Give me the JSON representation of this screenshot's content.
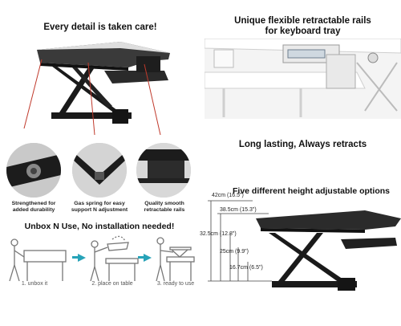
{
  "top_left": {
    "title": "Every detail is taken care!"
  },
  "top_right": {
    "title_line1": "Unique flexible retractable rails",
    "title_line2": "for keyboard tray"
  },
  "middle_right": {
    "title": "Long lasting, Always retracts"
  },
  "details": [
    {
      "caption_line1": "Strengthened for",
      "caption_line2": "added durability"
    },
    {
      "caption_line1": "Gas spring for easy",
      "caption_line2": "support N adjustment"
    },
    {
      "caption_line1": "Quality smooth",
      "caption_line2": "retractable rails"
    }
  ],
  "install": {
    "title": "Unbox N Use, No installation needed!",
    "steps": [
      "1. unbox it",
      "2. place on table",
      "3. ready to use"
    ]
  },
  "heights": {
    "title": "Five different height adjustable options",
    "labels": [
      "42cm (16.5\")",
      "38.5cm (15.3\")",
      "32.5cm (12.8\")",
      "25cm (9.9\")",
      "16.7cm (6.5\")"
    ]
  },
  "colors": {
    "accent": "#27a3b8",
    "desk_top": "#2b2b2b",
    "frame": "#1a1a1a"
  }
}
